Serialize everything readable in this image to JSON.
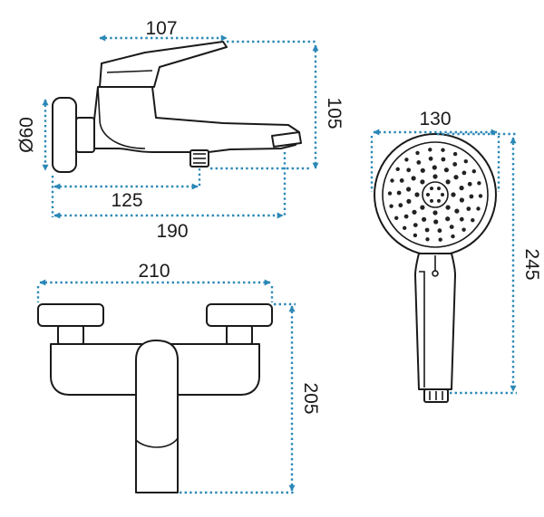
{
  "accent_color": "#2b88b6",
  "line_color": "#1a1a1a",
  "views": {
    "side_view": {
      "dimensions": {
        "handle_length": "107",
        "height": "105",
        "diameter": "Ø60",
        "outlet_reach": "125",
        "total_length": "190"
      }
    },
    "front_view": {
      "dimensions": {
        "width": "210",
        "height": "205"
      }
    },
    "hand_shower": {
      "dimensions": {
        "head_diameter": "130",
        "length": "245"
      }
    }
  }
}
